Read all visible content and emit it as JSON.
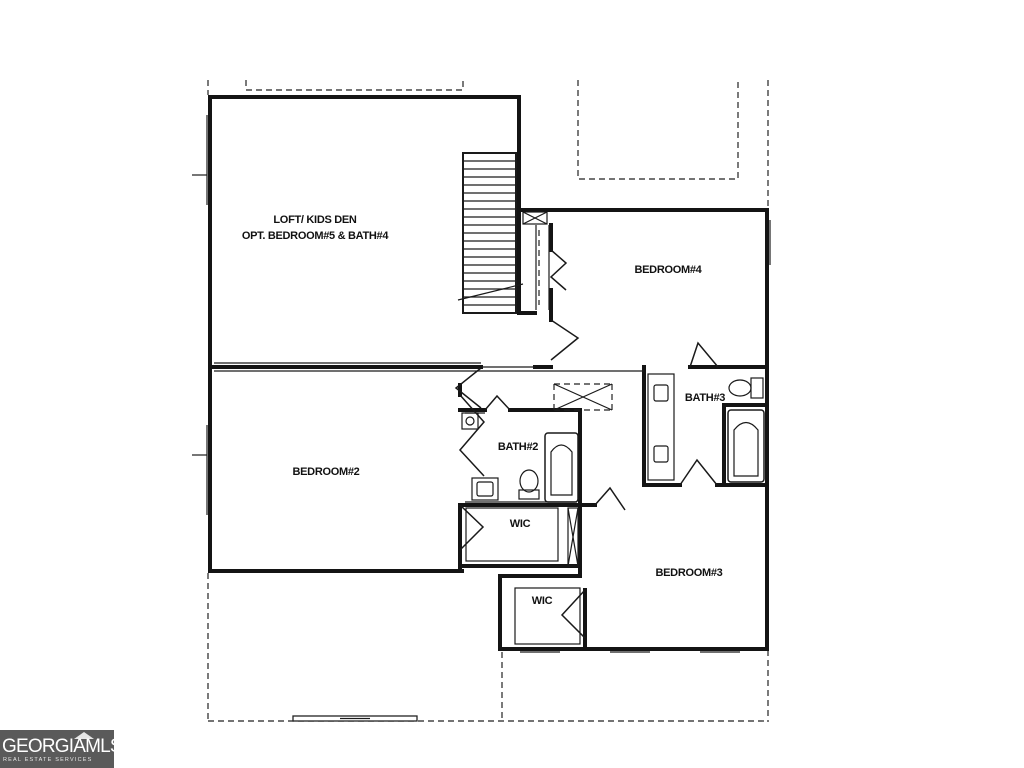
{
  "rooms": {
    "loft_line1": "LOFT/ KIDS DEN",
    "loft_line2": "OPT. BEDROOM#5 & BATH#4",
    "bedroom4": "BEDROOM#4",
    "bath3": "BATH#3",
    "bath2": "BATH#2",
    "bedroom2": "BEDROOM#2",
    "wic_a": "WIC",
    "wic_b": "WIC",
    "bedroom3": "BEDROOM#3"
  },
  "logo": {
    "main": "GEORGIAMLS",
    "sub": "REAL ESTATE SERVICES"
  },
  "colors": {
    "wall": "#141414",
    "logo_bg": "#5a5a5a"
  }
}
